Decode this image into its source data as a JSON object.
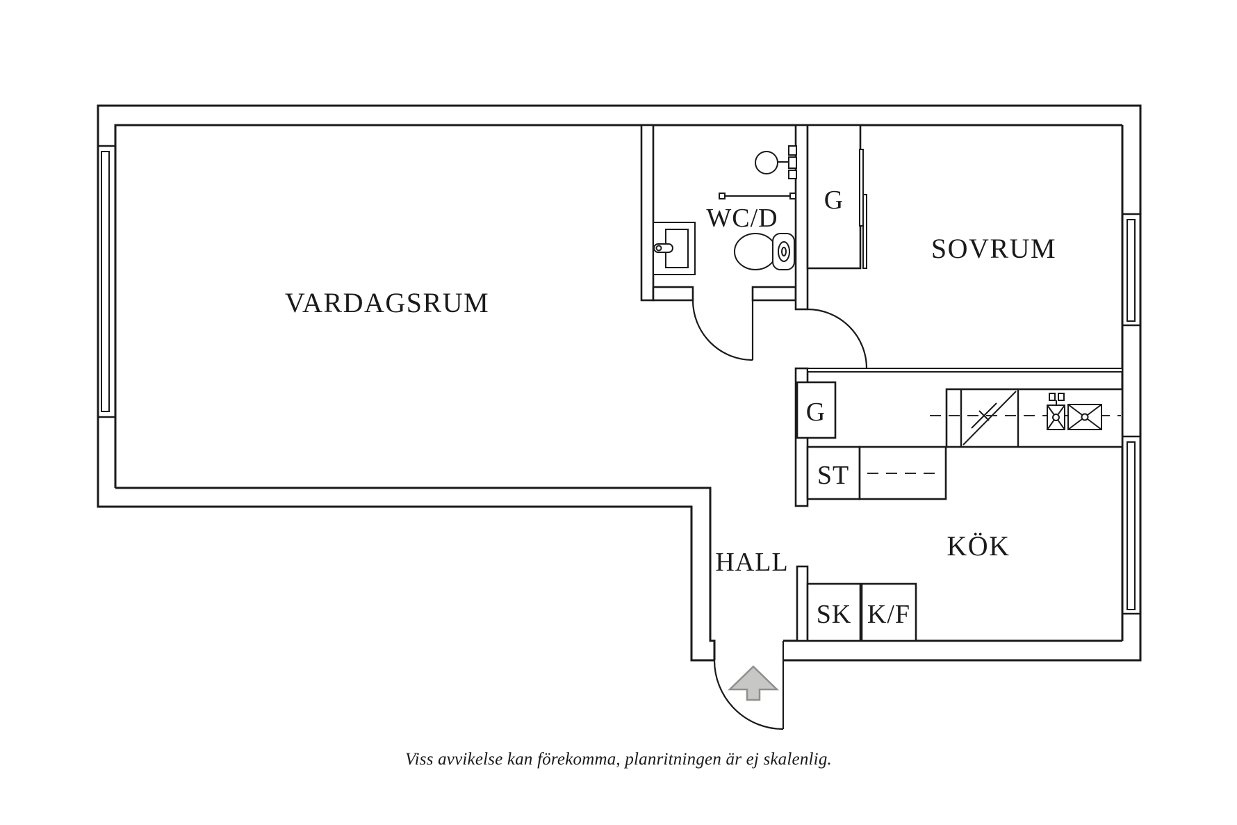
{
  "document": {
    "type": "apartment-floor-plan",
    "caption": "Viss avvikelse kan förekomma, planritningen är ej skalenlig."
  },
  "rooms": {
    "vardagsrum": "VARDAGSRUM",
    "sovrum": "SOVRUM",
    "wc": "WC/D",
    "kok": "KÖK",
    "hall": "HALL"
  },
  "closets": {
    "g_bedroom": "G",
    "g_hall": "G",
    "st": "ST",
    "sk": "SK",
    "kf": "K/F"
  },
  "icons": {
    "entrance_arrow": "entrance-direction-arrow",
    "shower": "shower-head",
    "shower_rail": "shower-rail",
    "toilet": "toilet",
    "wash_basin": "wash-basin",
    "dishwasher": "dishwasher",
    "kitchen_sink": "kitchen-sink",
    "stove": "stove",
    "windows": [
      "window-left",
      "window-bedroom",
      "window-kitchen"
    ]
  },
  "colors": {
    "background": "#ffffff",
    "line": "#1a1a1a",
    "arrow_fill": "#c7c7c5",
    "arrow_stroke": "#8f8f8d"
  }
}
